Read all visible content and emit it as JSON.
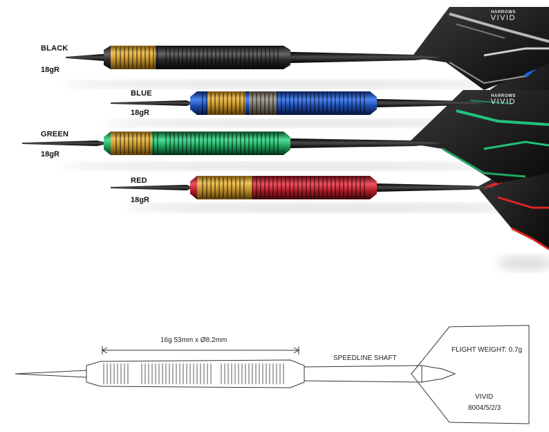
{
  "darts": [
    {
      "name": "BLACK",
      "weight": "18gR",
      "color": "#2a2a2a",
      "accent": "#9a9a9a"
    },
    {
      "name": "BLUE",
      "weight": "18gR",
      "color": "#1f4fb5",
      "accent": "#2060e0"
    },
    {
      "name": "GREEN",
      "weight": "18gR",
      "color": "#1fa860",
      "accent": "#22c27a"
    },
    {
      "name": "RED",
      "weight": "18gR",
      "color": "#b8202a",
      "accent": "#e02525"
    }
  ],
  "brass_color": "#c9982f",
  "flight_brand": {
    "line1": "HARROWS",
    "line2": "VIVID"
  },
  "diagram": {
    "dimension": "16g 53mm x Ø8.2mm",
    "shaft": "SPEEDLINE SHAFT",
    "flight_weight": "FLIGHT WEIGHT: 0.7g",
    "flight_name": "VIVID",
    "flight_code": "8004/5/2/3"
  }
}
